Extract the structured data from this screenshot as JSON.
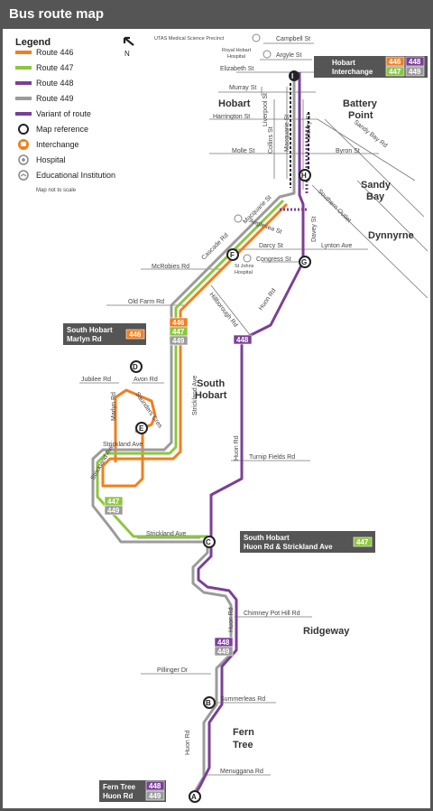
{
  "title": "Bus route map",
  "legend": {
    "heading": "Legend",
    "routes": [
      {
        "label": "Route 446",
        "color": "#f07f1f"
      },
      {
        "label": "Route 447",
        "color": "#8dc63f"
      },
      {
        "label": "Route 448",
        "color": "#7b3f98"
      },
      {
        "label": "Route 449",
        "color": "#9b9b9b"
      },
      {
        "label": "Variant of route",
        "color": "#7b3f98"
      }
    ],
    "symbols": [
      {
        "label": "Map reference",
        "icon": "map-reference-icon"
      },
      {
        "label": "Interchange",
        "icon": "interchange-icon"
      },
      {
        "label": "Hospital",
        "icon": "hospital-icon"
      },
      {
        "label": "Educational Institution",
        "icon": "education-icon"
      }
    ],
    "note": "Map not to scale"
  },
  "north": "N",
  "streets": {
    "campbell": "Campbell St",
    "utas": "UTAS Medical Science Precinct",
    "rhh1": "Royal Hobart",
    "rhh2": "Hospital",
    "argyle": "Argyle St",
    "elizabeth": "Elizabeth St",
    "murray": "Murray St",
    "harrington": "Harrington St",
    "liverpool": "Liverpool St",
    "collins": "Collins St",
    "macquarie": "Macquarie St",
    "davey": "Davey St",
    "molle": "Molle St",
    "byron": "Byron St",
    "sandybayrd": "Sandy Bay Rd",
    "southernoutlet": "Southern Outlet",
    "macquarie2": "Macquarie St",
    "angelsea": "Anglesea St",
    "darcy": "Darcy St",
    "lynton": "Lynton Ave",
    "congress": "Congress St",
    "davey2": "Davey St",
    "mcrobies": "McRobies Rd",
    "cascade": "Cascade Rd",
    "sjh1": "St Johns",
    "sjh2": "Hospital",
    "oldfarm": "Old Farm Rd",
    "hillborough": "Hillborough Rd",
    "huon1": "Huon Rd",
    "jubilee": "Jubilee Rd",
    "avon": "Avon Rd",
    "saunders": "Saunders Cres",
    "marlyn": "Marlyn Rd",
    "stricklandave1": "Strickland Ave",
    "stricklandave2": "Strickland Ave",
    "stricklandave3": "Strickland Ave",
    "huon2": "Huon Rd",
    "turnip": "Turnip Fields Rd",
    "chimney": "Chimney Pot Hill Rd",
    "huon3": "Huon Rd",
    "pillinger": "Pillinger Dr",
    "summerleas": "Summerleas Rd",
    "huon4": "Huon Rd",
    "menuggana": "Menuggana Rd"
  },
  "suburbs": {
    "hobart": "Hobart",
    "battery1": "Battery",
    "battery2": "Point",
    "sandy1": "Sandy",
    "sandy2": "Bay",
    "dynnyrne": "Dynnyrne",
    "southhobart1": "South",
    "southhobart2": "Hobart",
    "ridgeway": "Ridgeway",
    "ferntree1": "Fern",
    "ferntree2": "Tree"
  },
  "stops": {
    "hobart": {
      "line1": "Hobart",
      "line2": "Interchange",
      "ref": "I",
      "routes": [
        "446",
        "448",
        "447",
        "449"
      ]
    },
    "marlyn": {
      "line1": "South Hobart",
      "line2": "Marlyn Rd",
      "routes": [
        "446"
      ]
    },
    "huonstrickland": {
      "line1": "South Hobart",
      "line2": "Huon Rd & Strickland Ave",
      "ref": "C",
      "routes": [
        "447"
      ]
    },
    "ferntree": {
      "line1": "Fern Tree",
      "line2": "Huon Rd",
      "ref": "A",
      "routes": [
        "448",
        "449"
      ]
    }
  },
  "map_refs": [
    "A",
    "B",
    "C",
    "D",
    "E",
    "F",
    "G",
    "H",
    "I"
  ],
  "route_badges": {
    "cascade": [
      "446",
      "447",
      "449"
    ],
    "huon448": [
      "448"
    ],
    "strickland": [
      "447",
      "449"
    ],
    "ridgeway": [
      "448",
      "449"
    ]
  }
}
